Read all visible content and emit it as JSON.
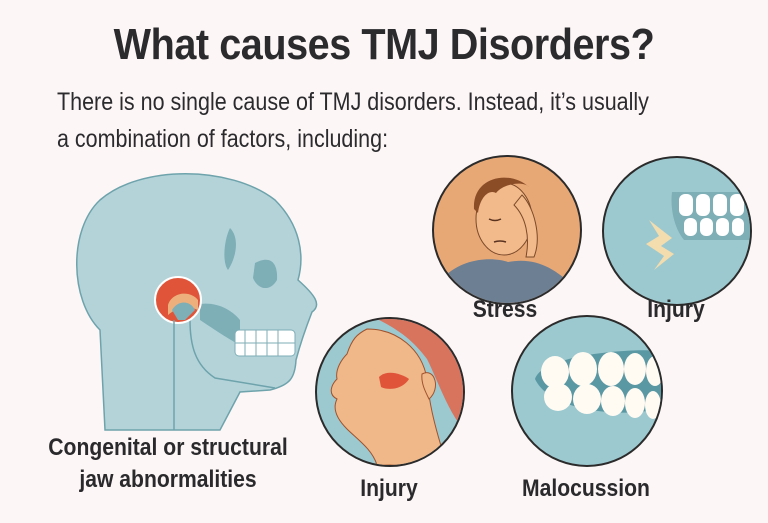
{
  "title": "What causes TMJ Disorders?",
  "intro": {
    "line1": "There is no single cause of TMJ disorders. Instead, it’s usually",
    "line2": "a combination of factors, including:"
  },
  "factors": [
    {
      "label": "Congenital or structural",
      "label2": "jaw abnormalities",
      "icon": "skull-jaw-icon"
    },
    {
      "label": "Stress",
      "icon": "stressed-man-icon"
    },
    {
      "label": "Injury",
      "icon": "cracked-teeth-icon"
    },
    {
      "label": "Injury",
      "icon": "jaw-injury-face-icon"
    },
    {
      "label": "Malocussion",
      "icon": "misaligned-teeth-icon"
    }
  ],
  "colors": {
    "background": "#fdf6f6",
    "skull_blue": "#b3d3d9",
    "skull_dark": "#7eaeb6",
    "joint_red": "#e0553a",
    "skin": "#edb07c",
    "circle_teal": "#9cc9cf"
  }
}
